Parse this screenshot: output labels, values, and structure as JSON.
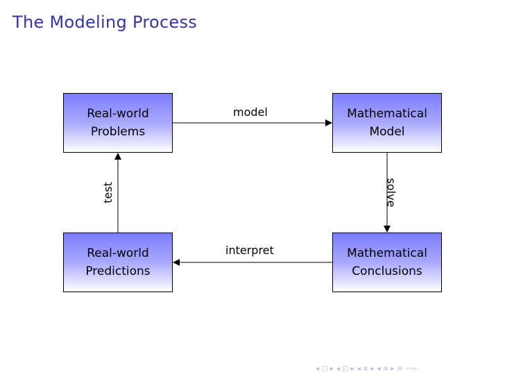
{
  "slide": {
    "title": "The Modeling Process"
  },
  "diagram": {
    "nodes": {
      "rw_problems": {
        "line1": "Real-world",
        "line2": "Problems"
      },
      "math_model": {
        "line1": "Mathematical",
        "line2": "Model"
      },
      "rw_predictions": {
        "line1": "Real-world",
        "line2": "Predictions"
      },
      "math_conclusions": {
        "line1": "Mathematical",
        "line2": "Conclusions"
      }
    },
    "edges": {
      "model": "model",
      "solve": "solve",
      "interpret": "interpret",
      "test": "test"
    }
  },
  "nav": {
    "icons": [
      "nav-first-icon",
      "nav-prev-icon",
      "nav-frame-icon",
      "nav-section-icon",
      "nav-subsection-icon",
      "nav-align-icon",
      "nav-search-icon"
    ],
    "symbols": [
      "◂",
      "▸",
      "◂",
      "▸",
      "◂",
      "▸",
      "◂",
      "▸",
      "≡",
      "∽∾"
    ]
  },
  "colors": {
    "title": "#3333b3",
    "box_top": "#7d7dff",
    "box_bottom": "#ffffff",
    "arrow": "#000000"
  }
}
